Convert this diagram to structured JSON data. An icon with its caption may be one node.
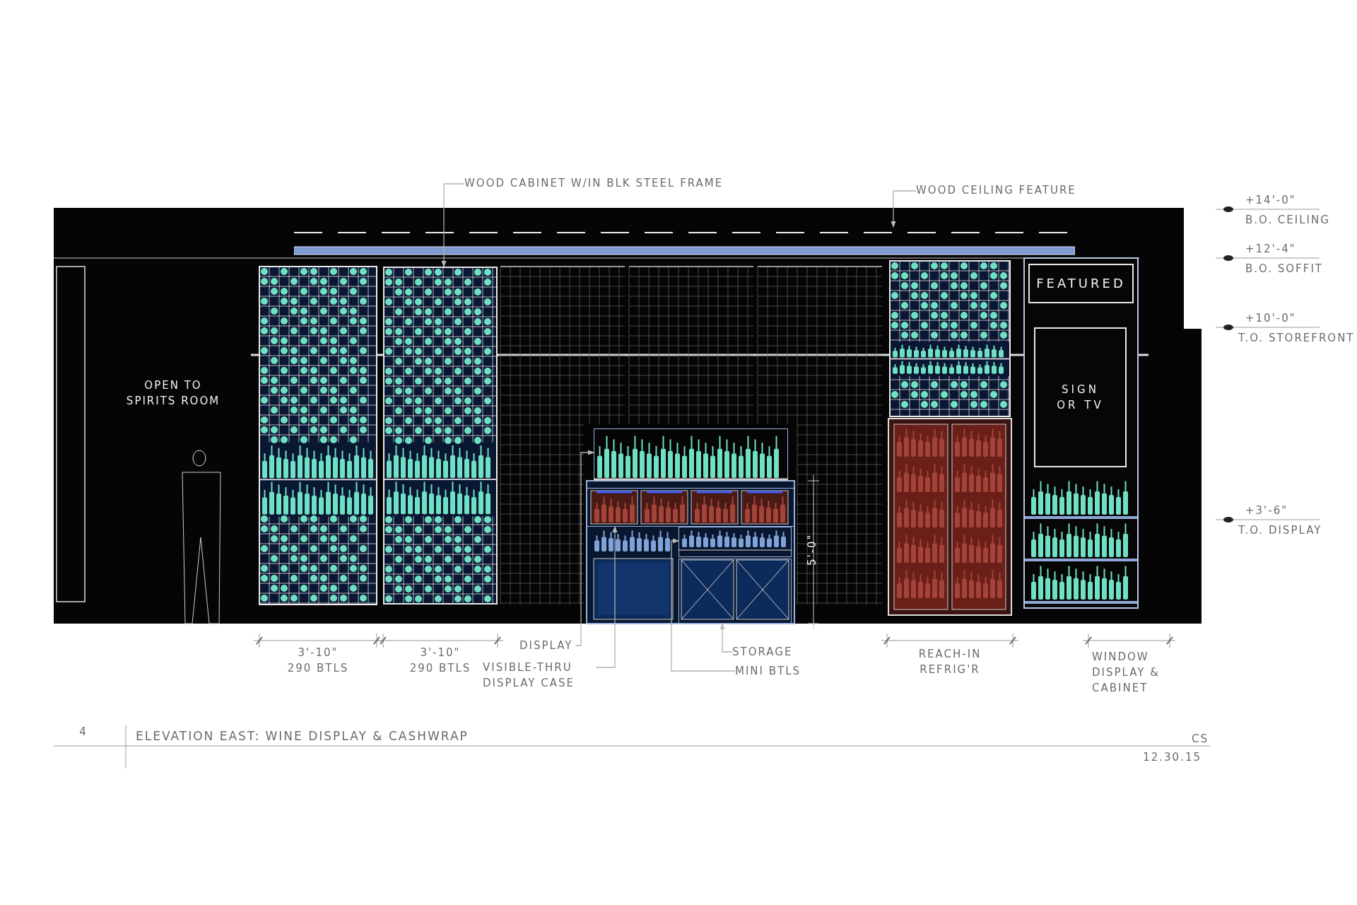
{
  "diagram": {
    "title": "ELEVATION EAST: WINE DISPLAY & CASHWRAP",
    "nodes": [
      {
        "text": [
          "WOOD CABINET W/IN BLK STEEL FRAME"
        ]
      },
      {
        "text": [],
        "shape": "box"
      },
      {
        "text": [
          "WOOD CEILING FEATURE"
        ]
      },
      {
        "text": [],
        "shape": "bar"
      },
      {
        "text": [
          "DISPLAY"
        ]
      },
      {
        "text": [],
        "shape": "box"
      },
      {
        "text": [
          "VISIBLE-THRU DISPLAY CASE"
        ]
      },
      {
        "text": [],
        "shape": "box"
      },
      {
        "text": [
          "STORAGE"
        ]
      },
      {
        "text": [],
        "shape": "box"
      },
      {
        "text": [
          "MINI BTLS"
        ]
      },
      {
        "text": [],
        "shape": "box"
      },
      {
        "text": [
          "FEATURED"
        ]
      },
      {
        "text": [
          "SIGN OR TV"
        ]
      }
    ],
    "edges": [
      {
        "from": 0,
        "to": 1,
        "arrow": "to"
      },
      {
        "from": 2,
        "to": 3,
        "arrow": "to"
      },
      {
        "from": 4,
        "to": 5,
        "arrow": "to"
      },
      {
        "from": 6,
        "to": 7,
        "arrow": "to"
      },
      {
        "from": 8,
        "to": 9,
        "arrow": "to"
      },
      {
        "from": 10,
        "to": 11,
        "arrow": "to"
      }
    ],
    "labels": [
      "+14'-0\"",
      "B.O. CEILING",
      "+12'-4\"",
      "B.O. SOFFIT",
      "+10'-0\"",
      "T.O. STOREFRONT",
      "OPEN TO SPIRITS ROOM",
      "+3'-6\"",
      "T.O. DISPLAY",
      "5'-0\"",
      "3'-10\"",
      "3'-10\"",
      "REACH-IN REFRIG'R",
      "WINDOW DISPLAY & CABINET",
      "290 BTLS",
      "290 BTLS",
      "4",
      "CS",
      "12.30.15"
    ]
  }
}
